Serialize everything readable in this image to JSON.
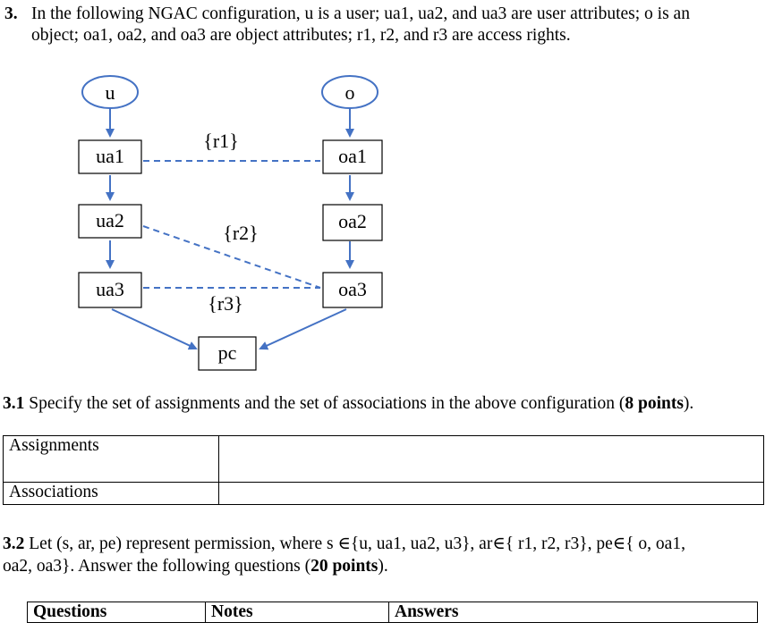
{
  "question": {
    "number": "3.",
    "line1": "In the following NGAC configuration, u is a user; ua1, ua2, and ua3 are user attributes; o is an",
    "line2": "object; oa1, oa2, and oa3 are object attributes; r1, r2, and r3 are access rights."
  },
  "diagram": {
    "nodes": {
      "u": "u",
      "o": "o",
      "ua1": "ua1",
      "ua2": "ua2",
      "ua3": "ua3",
      "oa1": "oa1",
      "oa2": "oa2",
      "oa3": "oa3",
      "pc": "pc"
    },
    "edge_labels": {
      "r1": "{r1}",
      "r2": "{r2}",
      "r3": "{r3}"
    },
    "assignments": [
      [
        "u",
        "ua1"
      ],
      [
        "ua1",
        "ua2"
      ],
      [
        "ua2",
        "ua3"
      ],
      [
        "ua3",
        "pc"
      ],
      [
        "o",
        "oa1"
      ],
      [
        "oa1",
        "oa2"
      ],
      [
        "oa2",
        "oa3"
      ],
      [
        "oa3",
        "pc"
      ]
    ],
    "associations": [
      [
        "ua1",
        "{r1}",
        "oa1"
      ],
      [
        "ua2",
        "{r2}",
        "oa3"
      ],
      [
        "ua3",
        "{r3}",
        "oa3"
      ]
    ],
    "colors": {
      "arrow": "#4472c4",
      "node_border": "#000000"
    }
  },
  "section_3_1": {
    "number": "3.1",
    "text": "Specify the set of assignments and the set of associations in the above configuration (",
    "points": "8 points",
    "tail": ").",
    "table": {
      "row1_label": "Assignments",
      "row2_label": "Associations"
    }
  },
  "section_3_2": {
    "number": "3.2",
    "text1": "Let (s, ar, pe) represent permission, where s ∈{u, ua1, ua2, u3}, ar∈{ r1, r2, r3}, pe∈{ o, oa1,",
    "text2": "oa2, oa3}. Answer the following questions (",
    "points": "20 points",
    "tail": ").",
    "table_headers": [
      "Questions",
      "Notes",
      "Answers"
    ]
  }
}
